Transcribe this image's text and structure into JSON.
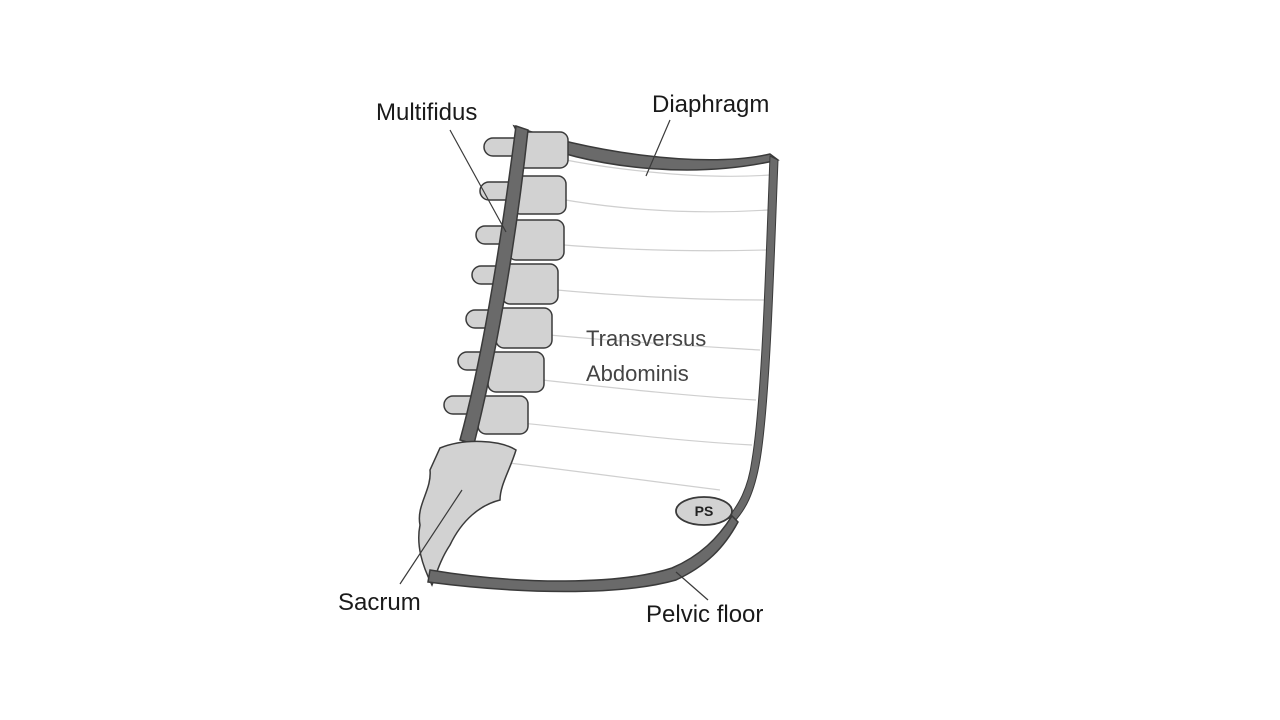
{
  "labels": {
    "multifidus": "Multifidus",
    "diaphragm": "Diaphragm",
    "transversus_line1": "Transversus",
    "transversus_line2": "Abdominis",
    "ps": "PS",
    "sacrum": "Sacrum",
    "pelvic_floor": "Pelvic floor"
  },
  "colors": {
    "muscle_band": "#6a6a6a",
    "bone": "#d2d2d2",
    "outline": "#3a3a3a",
    "cavity": "#ffffff",
    "fiber": "#cfcfcf"
  }
}
